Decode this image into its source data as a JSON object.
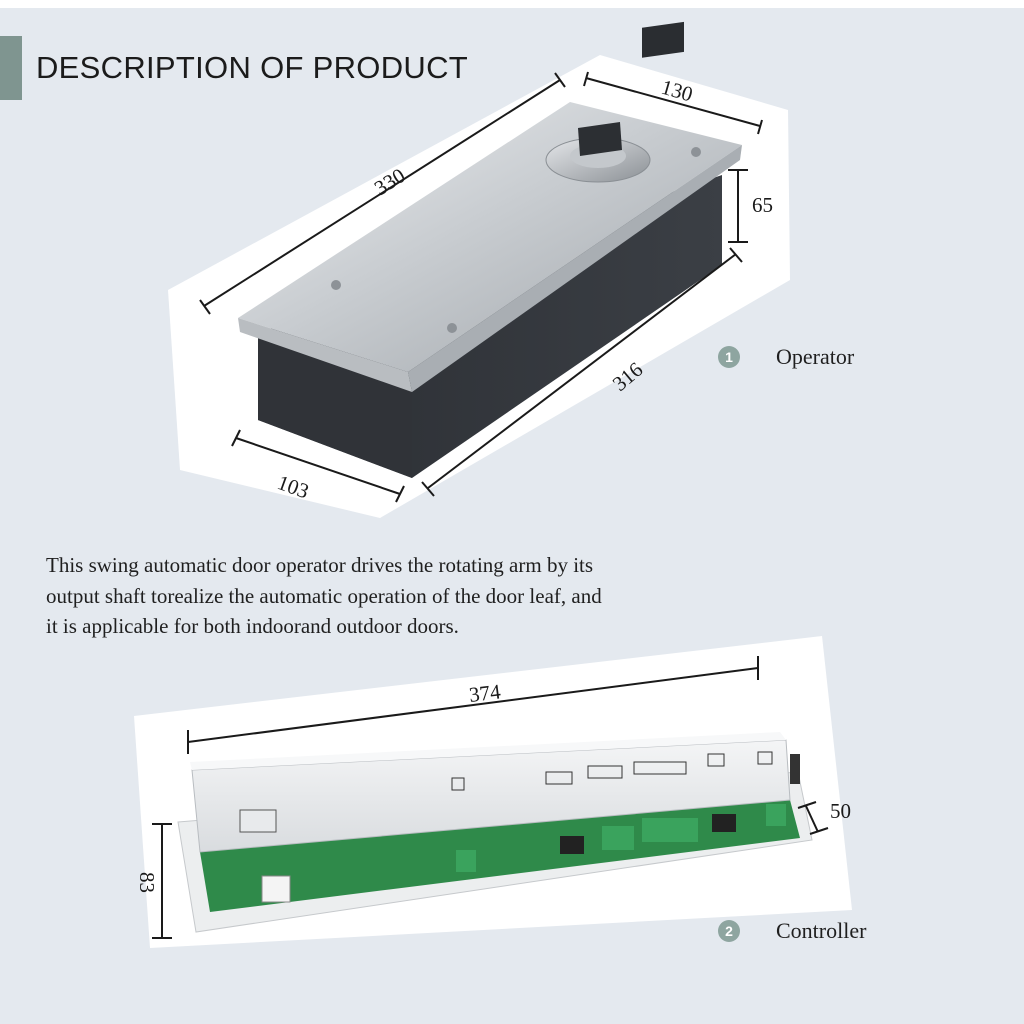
{
  "header": {
    "title": "DESCRIPTION OF PRODUCT"
  },
  "operator": {
    "dimensions": {
      "length": "330",
      "width": "130",
      "height": "65",
      "depth": "316",
      "base_width": "103"
    },
    "number": "1",
    "label": "Operator"
  },
  "description": "This swing automatic door operator drives the rotating arm by its output shaft torealize the automatic operation of the door leaf, and it is applicable for both indoorand outdoor doors.",
  "controller": {
    "dimensions": {
      "length": "374",
      "height": "83",
      "depth": "50"
    },
    "number": "2",
    "label": "Controller"
  },
  "colors": {
    "accent": "#7f9590",
    "badge": "#8ea5a0",
    "background": "#e4e9ef"
  }
}
